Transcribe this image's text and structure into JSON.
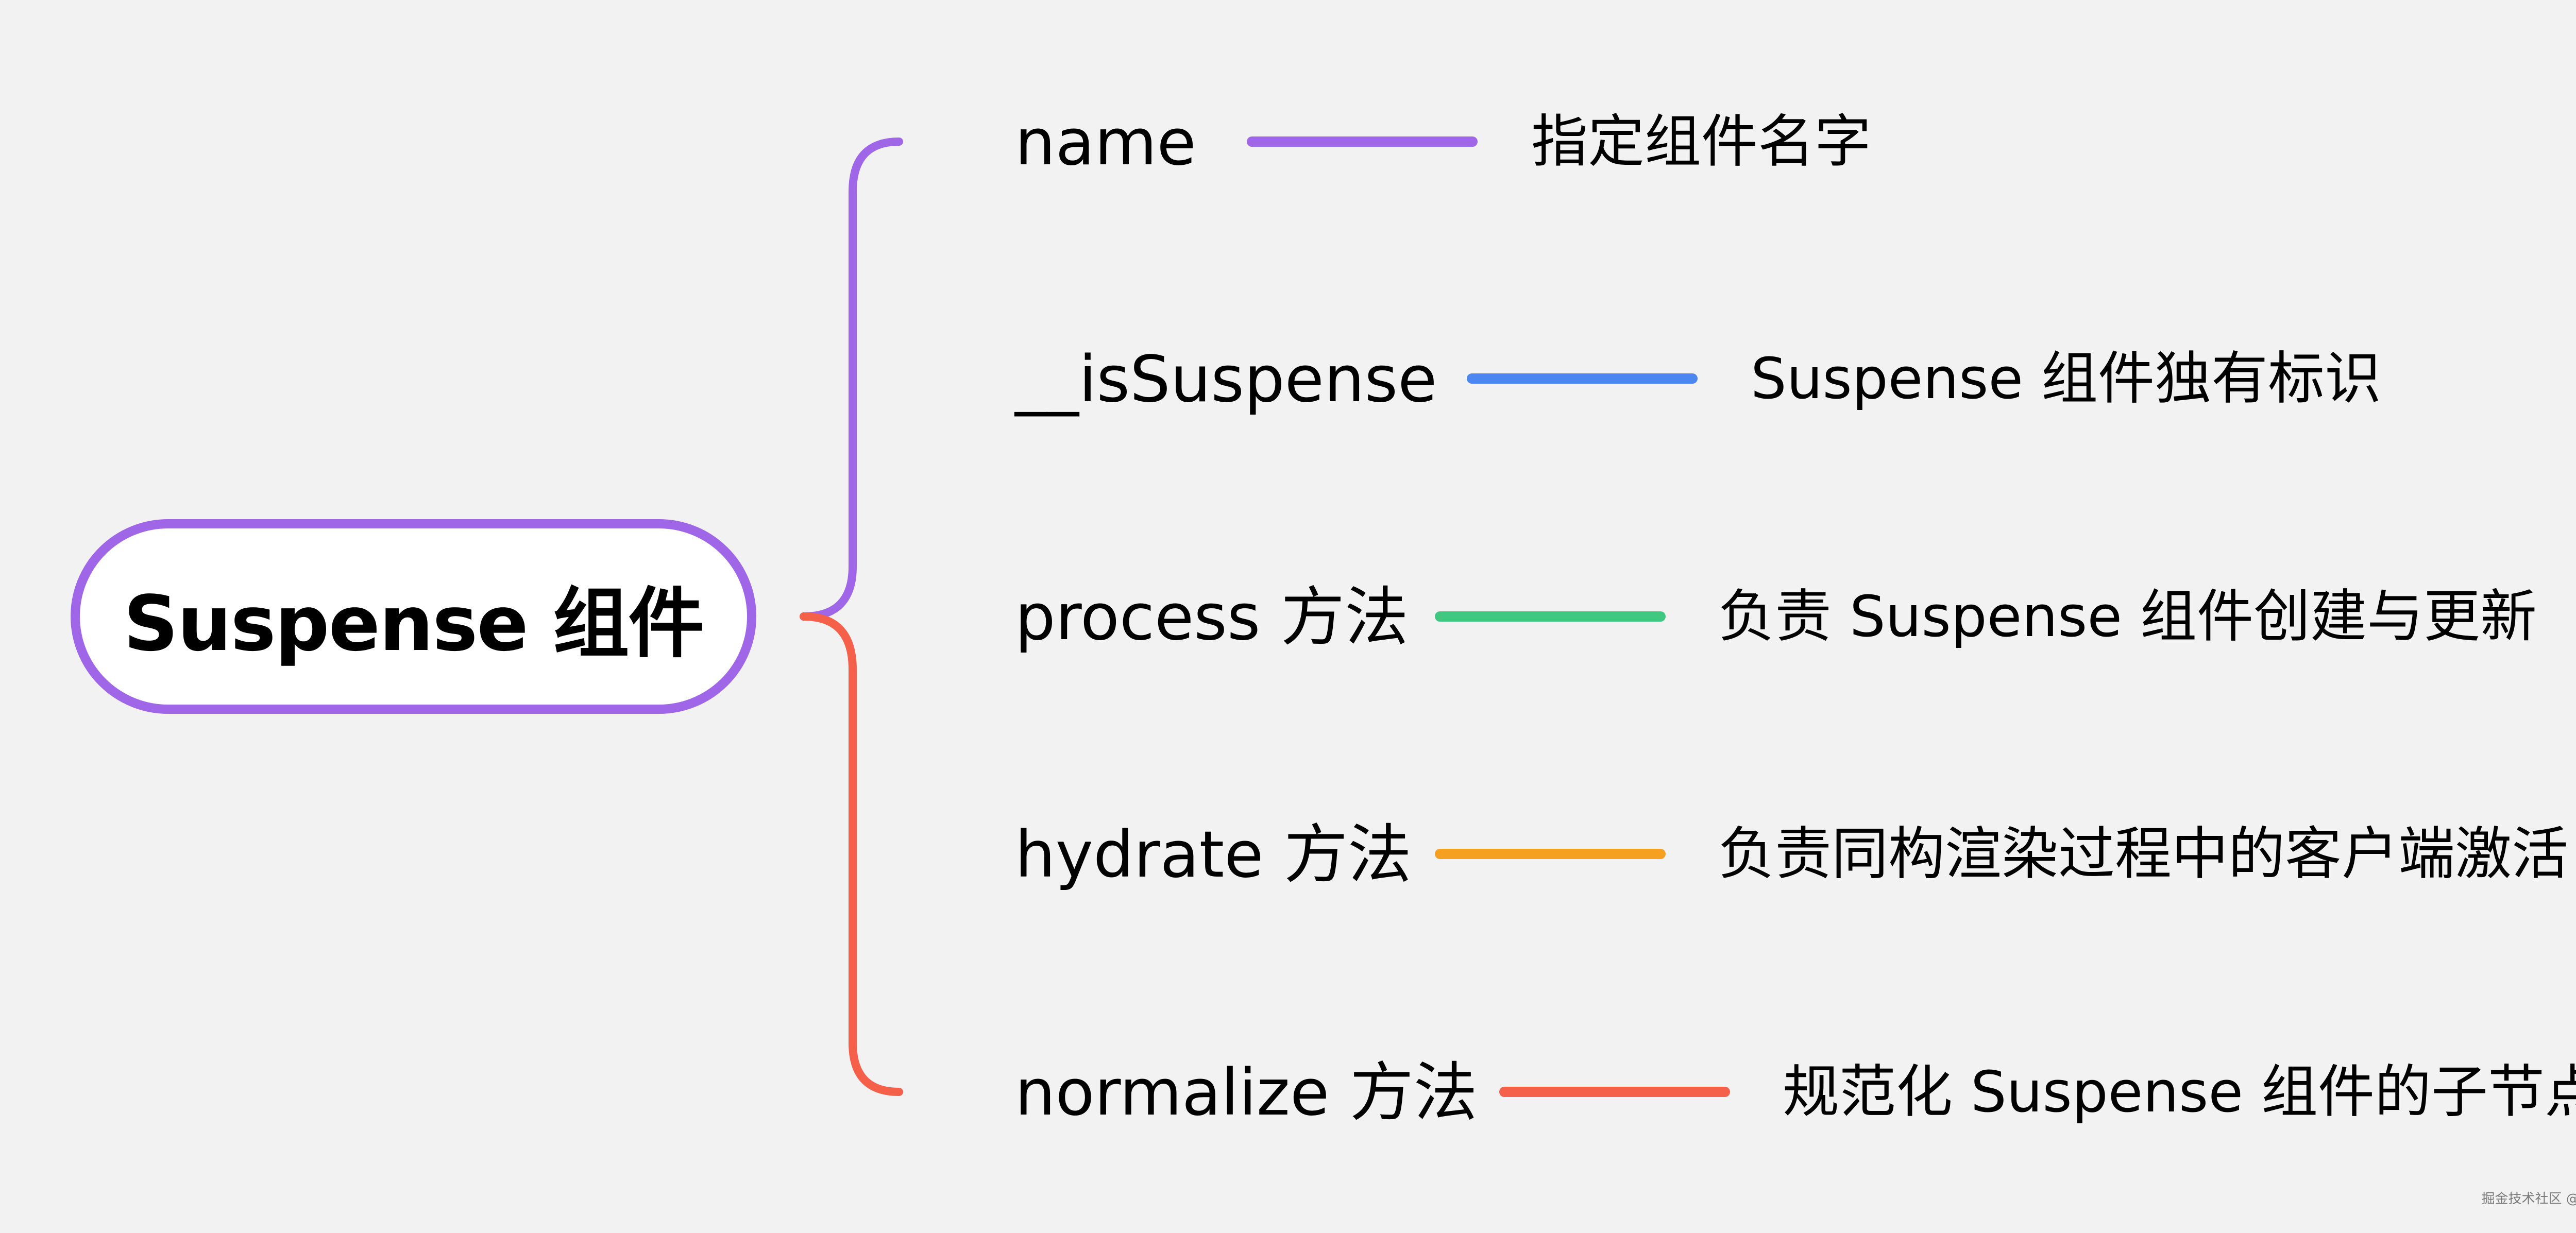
{
  "root": {
    "label": "Suspense 组件",
    "color": "#a066e8"
  },
  "branches": [
    {
      "label": "name",
      "description": "指定组件名字",
      "color": "#a066e8"
    },
    {
      "label": "__isSuspense",
      "description": "Suspense 组件独有标识",
      "color": "#4c86f0"
    },
    {
      "label": "process 方法",
      "description": "负责 Suspense 组件创建与更新",
      "color": "#40c880"
    },
    {
      "label": "hydrate 方法",
      "description": "负责同构渲染过程中的客户端激活",
      "color": "#f5a020"
    },
    {
      "label": "normalize 方法",
      "description": "规范化 Suspense 组件的子节点",
      "color": "#f5604a"
    }
  ],
  "bracket": {
    "top_color": "#a066e8",
    "bottom_color": "#f5604a"
  },
  "watermark": "掘金技术社区 @ 云浪"
}
